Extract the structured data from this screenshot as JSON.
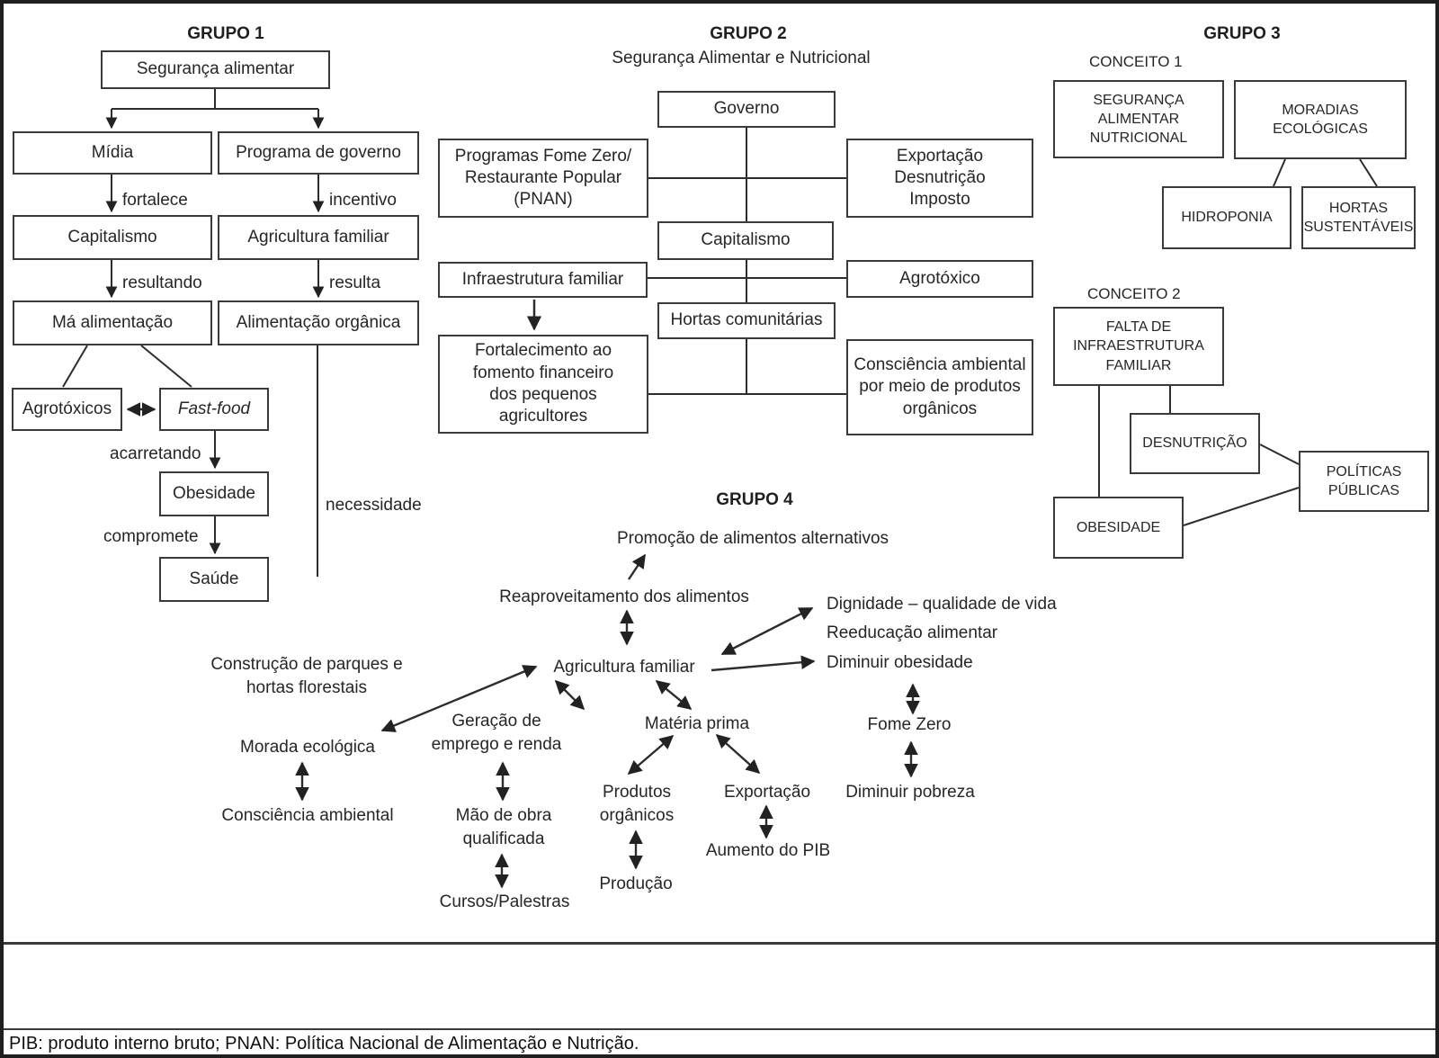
{
  "groups": {
    "g1": {
      "title": "GRUPO 1",
      "nodes": {
        "seguranca": "Segurança alimentar",
        "midia": "Mídia",
        "programa": "Programa de governo",
        "capitalismo": "Capitalismo",
        "agricultura": "Agricultura familiar",
        "ma_alimentacao": "Má alimentação",
        "alimentacao_organica": "Alimentação orgânica",
        "agrotoxicos": "Agrotóxicos",
        "fast_food": "Fast-food",
        "obesidade": "Obesidade",
        "saude": "Saúde"
      },
      "edges": {
        "fortalece": "fortalece",
        "incentivo": "incentivo",
        "resultando": "resultando",
        "resulta": "resulta",
        "acarretando": "acarretando",
        "compromete": "compromete",
        "necessidade": "necessidade"
      }
    },
    "g2": {
      "title": "GRUPO 2",
      "subtitle": "Segurança Alimentar e Nutricional",
      "nodes": {
        "governo": "Governo",
        "programas": "Programas Fome Zero/\nRestaurante Popular\n(PNAN)",
        "exportacao": "Exportação\nDesnutrição\nImposto",
        "capitalismo": "Capitalismo",
        "infraestrutura": "Infraestrutura familiar",
        "agrotoxico": "Agrotóxico",
        "hortas": "Hortas comunitárias",
        "fortalecimento": "Fortalecimento ao\nfomento financeiro\ndos pequenos\nagricultores",
        "consciencia": "Consciência ambiental\npor meio de produtos\norgânicos"
      }
    },
    "g3": {
      "title": "GRUPO 3",
      "conceito1": "CONCEITO 1",
      "conceito2": "CONCEITO 2",
      "nodes": {
        "seguranca": "SEGURANÇA\nALIMENTAR\nNUTRICIONAL",
        "moradias": "MORADIAS\nECOLÓGICAS",
        "hidroponia": "HIDROPONIA",
        "hortas": "HORTAS\nSUSTENTÁVEIS",
        "falta": "FALTA DE\nINFRAESTRUTURA\nFAMILIAR",
        "desnutricao": "DESNUTRIÇÃO",
        "politicas": "POLÍTICAS\nPÚBLICAS",
        "obesidade": "OBESIDADE"
      }
    },
    "g4": {
      "title": "GRUPO 4",
      "nodes": {
        "promocao": "Promoção de alimentos alternativos",
        "reaproveitamento": "Reaproveitamento dos alimentos",
        "agricultura": "Agricultura familiar",
        "dignidade": "Dignidade – qualidade de vida",
        "reeducacao": "Reeducação alimentar",
        "diminuir_obesidade": "Diminuir obesidade",
        "fome_zero": "Fome Zero",
        "diminuir_pobreza": "Diminuir pobreza",
        "construcao": "Construção de parques e\nhortas florestais",
        "morada": "Morada ecológica",
        "consciencia": "Consciência ambiental",
        "geracao": "Geração de\nemprego e renda",
        "mao_obra": "Mão de obra\nqualificada",
        "cursos": "Cursos/Palestras",
        "materia": "Matéria prima",
        "produtos": "Produtos\norgânicos",
        "producao": "Produção",
        "exportacao": "Exportação",
        "aumento_pib": "Aumento do PIB"
      }
    }
  },
  "footnote": "PIB: produto interno bruto; PNAN: Política Nacional de Alimentação e Nutrição."
}
